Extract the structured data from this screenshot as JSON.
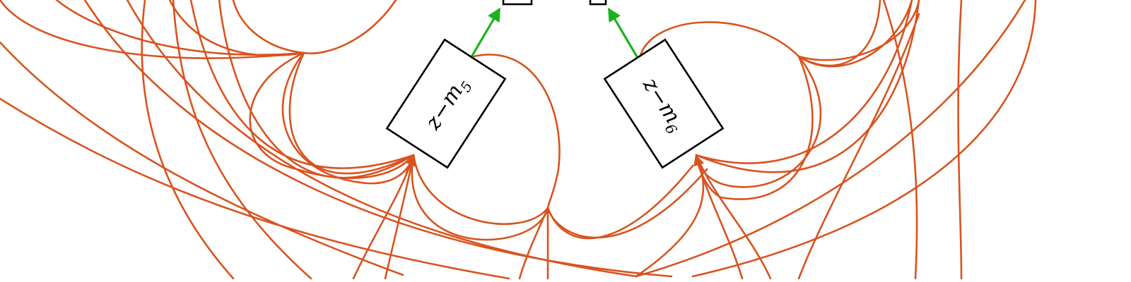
{
  "diagram": {
    "colors": {
      "edge_orange": "#d9531e",
      "edge_green": "#18b418",
      "node_stroke": "#000000",
      "background": "#ffffff"
    },
    "nodes": [
      {
        "id": "m5",
        "label_main": "z−m",
        "label_sub": "5"
      },
      {
        "id": "m6",
        "label_main": "z−m",
        "label_sub": "6"
      }
    ]
  }
}
